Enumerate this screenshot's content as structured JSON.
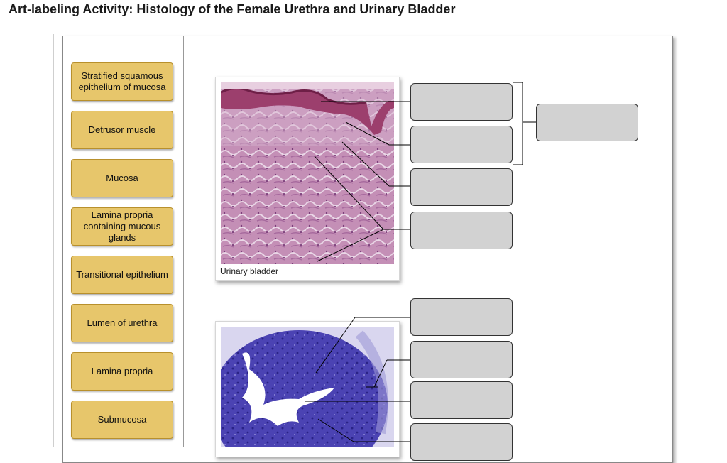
{
  "header": {
    "title": "Art-labeling Activity: Histology of the Female Urethra and Urinary Bladder"
  },
  "word_bank": {
    "tiles": [
      "Stratified squamous epithelium of mucosa",
      "Detrusor muscle",
      "Mucosa",
      "Lamina propria containing mucous glands",
      "Transitional epithelium",
      "Lumen of urethra",
      "Lamina propria",
      "Submucosa"
    ]
  },
  "figures": {
    "bladder_caption": "Urinary bladder"
  },
  "colors": {
    "tile_fill": "#e7c66b",
    "drop_box_fill": "#d2d2d2",
    "bladder_stain": "#b77aa8",
    "urethra_stain": "#4e44b5"
  }
}
